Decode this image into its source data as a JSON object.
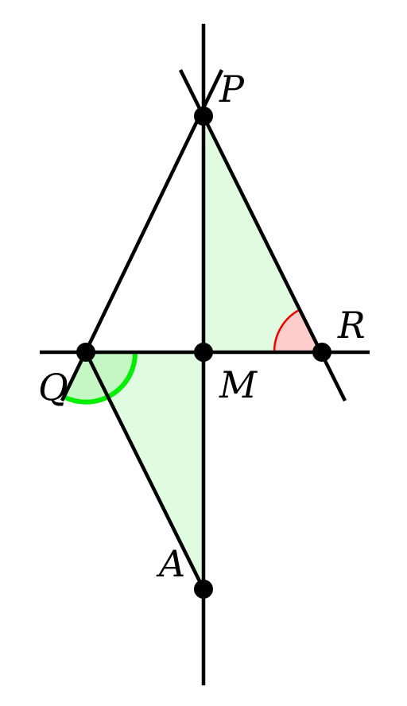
{
  "points": {
    "P": "P",
    "Q": "Q",
    "R": "R",
    "M": "M",
    "A": "A"
  },
  "colors": {
    "stroke": "#000000",
    "triangle_fill": "#e0fce0",
    "angle_q_fill": "#c4f7c4",
    "angle_q_arc": "#00ee00",
    "angle_r_fill": "#ffcccc",
    "angle_r_arc": "#ee0000",
    "point": "#000000"
  }
}
